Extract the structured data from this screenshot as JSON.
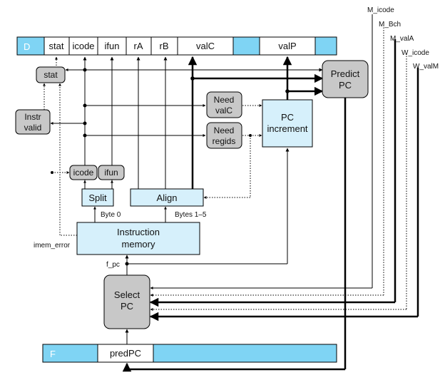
{
  "d_register": {
    "label": "D",
    "fields": [
      "stat",
      "icode",
      "ifun",
      "rA",
      "rB",
      "valC",
      "valP"
    ]
  },
  "f_register": {
    "label": "F",
    "field": "predPC"
  },
  "blocks": {
    "stat": "stat",
    "instr_valid": [
      "Instr",
      "valid"
    ],
    "icode": "icode",
    "ifun": "ifun",
    "split": "Split",
    "align": "Align",
    "instruction_memory": [
      "Instruction",
      "memory"
    ],
    "need_valc": [
      "Need",
      "valC"
    ],
    "need_regids": [
      "Need",
      "regids"
    ],
    "pc_increment": [
      "PC",
      "increment"
    ],
    "predict_pc": [
      "Predict",
      "PC"
    ],
    "select_pc": [
      "Select",
      "PC"
    ]
  },
  "signals": {
    "byte0": "Byte 0",
    "bytes15": "Bytes 1–5",
    "imem_error": "imem_error",
    "f_pc": "f_pc",
    "m_icode": "M_icode",
    "m_bch": "M_Bch",
    "m_vala": "M_valA",
    "w_icode": "W_icode",
    "w_valm": "W_valM"
  },
  "colors": {
    "register_blue": "#7fd4f4",
    "block_light_blue": "#d6f0fb",
    "block_gray": "#c8c8c8",
    "wire": "#000000"
  }
}
